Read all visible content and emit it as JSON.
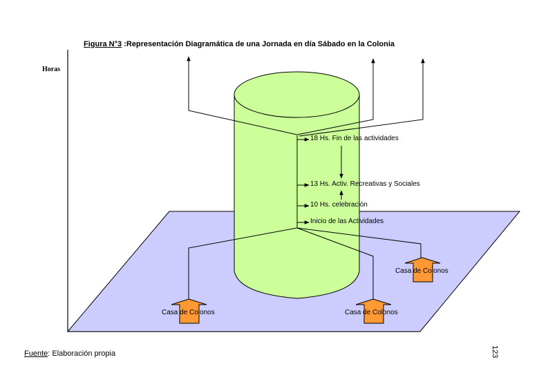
{
  "title": {
    "figure_label": "Figura N°3",
    "separator": " :",
    "text": "Representación Diagramática de una Jornada en día Sábado en la Colonia"
  },
  "axis": {
    "y_label": "Horas"
  },
  "colors": {
    "plane": "#ccccff",
    "cylinder": "#ccff99",
    "house_arrow": "#ff9933",
    "line": "#000000"
  },
  "stages": [
    {
      "label": "18 Hs. Fin de las actividades"
    },
    {
      "label": "13 Hs. Activ. Recreativas y Sociales"
    },
    {
      "label": "10 Hs. celebración"
    },
    {
      "label": "Inicio de las Actividades"
    }
  ],
  "houses": [
    {
      "label": "Casa de Colonos"
    },
    {
      "label": "Casa de Colonos"
    },
    {
      "label": "Casa de Colonos"
    }
  ],
  "footer": {
    "source_label": "Fuente",
    "source_text": ": Elaboración propia"
  },
  "page_number": "123"
}
